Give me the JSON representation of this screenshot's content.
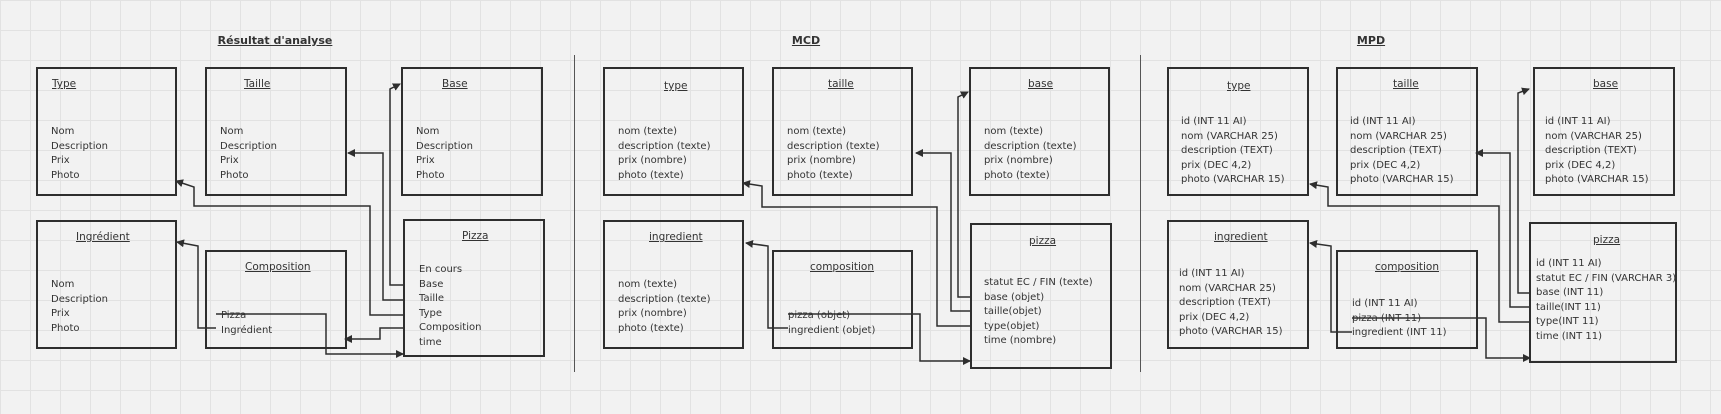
{
  "sections": [
    {
      "title": "Résultat d'analyse",
      "entities": [
        {
          "name": "Type",
          "fields": [
            "Nom",
            "Description",
            "Prix",
            "Photo"
          ]
        },
        {
          "name": "Taille",
          "fields": [
            "Nom",
            "Description",
            "Prix",
            "Photo"
          ]
        },
        {
          "name": "Base",
          "fields": [
            "Nom",
            "Description",
            "Prix",
            "Photo"
          ]
        },
        {
          "name": "Ingrédient",
          "fields": [
            "Nom",
            "Description",
            "Prix",
            "Photo"
          ]
        },
        {
          "name": "Composition",
          "fields": [
            "Pizza",
            "Ingrédient"
          ]
        },
        {
          "name": "Pizza",
          "fields": [
            "En cours",
            "Base",
            "Taille",
            "Type",
            "Composition",
            "time"
          ]
        }
      ]
    },
    {
      "title": "MCD",
      "entities": [
        {
          "name": "type",
          "fields": [
            "nom (texte)",
            "description (texte)",
            "prix (nombre)",
            "photo (texte)"
          ]
        },
        {
          "name": "taille",
          "fields": [
            "nom (texte)",
            "description (texte)",
            "prix (nombre)",
            "photo (texte)"
          ]
        },
        {
          "name": "base",
          "fields": [
            "nom (texte)",
            "description (texte)",
            "prix (nombre)",
            "photo (texte)"
          ]
        },
        {
          "name": "ingredient",
          "fields": [
            "nom (texte)",
            "description (texte)",
            "prix (nombre)",
            "photo (texte)"
          ]
        },
        {
          "name": "composition",
          "fields": [
            "pizza (objet)",
            "ingredient (objet)"
          ]
        },
        {
          "name": "pizza",
          "fields": [
            "statut EC / FIN (texte)",
            "base (objet)",
            "taille(objet)",
            "type(objet)",
            "time (nombre)"
          ]
        }
      ]
    },
    {
      "title": "MPD",
      "entities": [
        {
          "name": "type",
          "fields": [
            "id (INT 11 AI)",
            "nom (VARCHAR 25)",
            "description (TEXT)",
            "prix (DEC 4,2)",
            "photo (VARCHAR 15)"
          ]
        },
        {
          "name": "taille",
          "fields": [
            "id (INT 11 AI)",
            "nom (VARCHAR 25)",
            "description (TEXT)",
            "prix (DEC 4,2)",
            "photo (VARCHAR 15)"
          ]
        },
        {
          "name": "base",
          "fields": [
            "id (INT 11 AI)",
            "nom (VARCHAR 25)",
            "description (TEXT)",
            "prix (DEC 4,2)",
            "photo (VARCHAR 15)"
          ]
        },
        {
          "name": "ingredient",
          "fields": [
            "id (INT 11 AI)",
            "nom (VARCHAR 25)",
            "description (TEXT)",
            "prix (DEC 4,2)",
            "photo (VARCHAR 15)"
          ]
        },
        {
          "name": "composition",
          "fields": [
            "id (INT 11 AI)",
            "pizza (INT 11)",
            "ingredient (INT 11)"
          ]
        },
        {
          "name": "pizza",
          "fields": [
            "id (INT 11 AI)",
            "statut EC / FIN (VARCHAR 3)",
            "base (INT 11)",
            "taille(INT 11)",
            "type(INT 11)",
            "time (INT 11)"
          ]
        }
      ]
    }
  ]
}
